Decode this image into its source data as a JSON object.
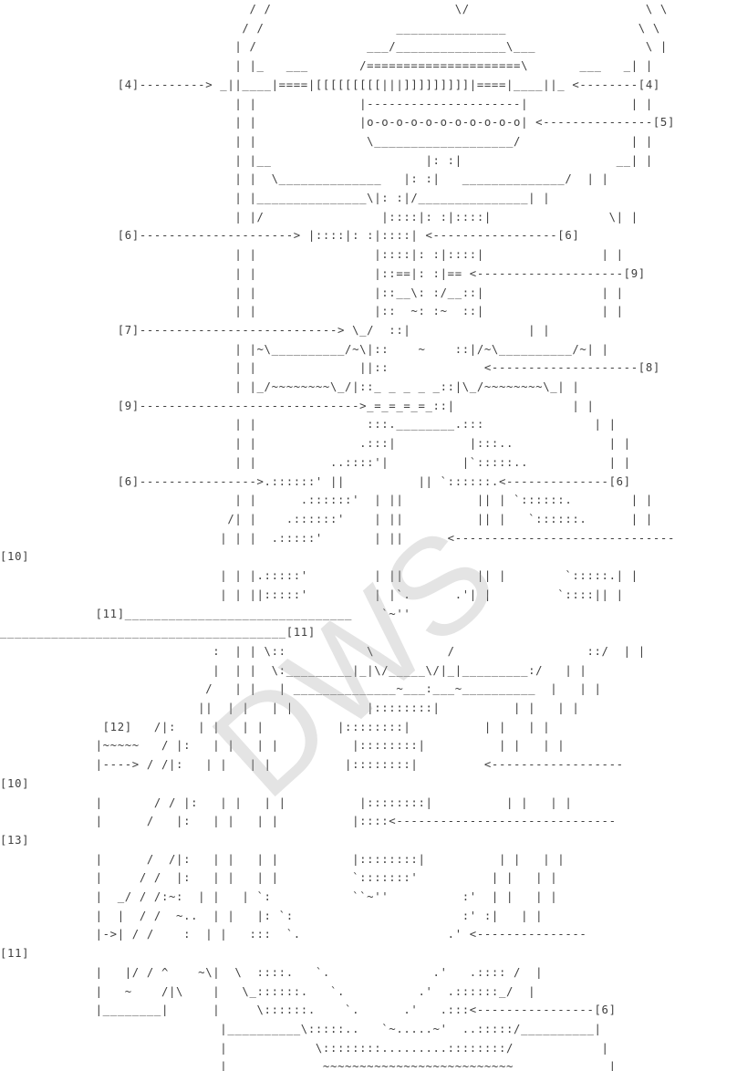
{
  "diagram": {
    "lines": [
      "                                  / /                         \\/                        \\ \\",
      "                                 / /                  _______________                  \\ \\",
      "                                | /               ___/_______________\\___               \\ |",
      "                                | |_   ___       /=====================\\       ___   _| |",
      "                [4]---------> _||____|====|[[[[[[[[[|||]]]]]]]]]|====|____||_ <--------[4]",
      "                                | |              |---------------------|              | |",
      "                                | |              |o-o-o-o-o-o-o-o-o-o-o| <---------------[5]",
      "                                | |               \\___________________/               | |",
      "                                | |__                     |: :|                     __| |",
      "                                | |  \\______________   |: :|   ______________/  | |",
      "                                | |_______________\\|: :|/_______________| |",
      "                                | |/                |::::|: :|::::|                \\| |",
      "                [6]---------------------> |::::|: :|::::| <-----------------[6]",
      "                                | |                |::::|: :|::::|                | |",
      "                                | |                |::==|: :|== <--------------------[9]",
      "                                | |                |::__\\: :/__::|                | |",
      "                                | |                |::  ~: :~  ::|                | |",
      "                [7]---------------------------> \\_/  ::|                | |",
      "                                | |~\\__________/~\\|::    ~    ::|/~\\__________/~| |",
      "                                | |              ||::             <--------------------[8]",
      "                                | |_/~~~~~~~~\\_/|::_ _ _ _ _::|\\_/~~~~~~~~\\_| |",
      "                [9]------------------------------>_=_=_=_=_::|                | |",
      "                                | |               :::.________.:::               | |",
      "                                | |              .:::|          |:::..             | |",
      "                                | |          ..::::'|          |`:::::..           | |",
      "                [6]---------------->.::::::' ||          || `::::::.<--------------[6]",
      "                                | |      .::::::'  | ||          || | `::::::.        | |",
      "                               /| |    .::::::'    | ||          || |   `::::::.      | |",
      "                              | | |  .:::::'       | ||      <------------------------------",
      "[10]",
      "                              | | |.:::::'         | ||          || |        `:::::.| |",
      "                              | | ||:::::'         | |`.      .'| |         `::::|| |",
      "             [11]_______________________________    `~''",
      "_______________________________________[11]",
      "                             :  | | \\::           \\          /                  ::/  | |",
      "                             |  | |  \\:_________|_|\\/_____\\/|_|_________:/   | |",
      "                            /   | |   | ______________~___:___~__________  |   | |",
      "                           ||  | |   | |          |::::::::|          | |   | |",
      "              [12]   /|:   | |   | |          |::::::::|          | |   | |",
      "             |~~~~~   / |:   | |   | |          |::::::::|          | |   | |",
      "             |----> / /|:   | |   | |          |::::::::|         <------------------",
      "[10]",
      "             |       / / |:   | |   | |          |::::::::|          | |   | |",
      "             |      /   |:   | |   | |          |::::<------------------------------",
      "[13]",
      "             |      /  /|:   | |   | |          |::::::::|          | |   | |",
      "             |     / /  |:   | |   | |          `:::::::'          | |   | |",
      "             |  _/ / /:~:  | |   | `:           ``~''          :'  | |   | |",
      "             |  |  / /  ~..  | |   |: `:                       :' :|   | |",
      "             |->| / /    :  | |   :::  `.                    .' <---------------",
      "[11]",
      "             |   |/ / ^    ~\\|  \\  ::::.   `.              .'   .:::: /  |",
      "             |   ~    /|\\    |   \\_::::::.   `.          .'  .::::::_/  |",
      "             |________|      |     \\::::::.    `.      .'   .:::<----------------[6]",
      "                              |__________\\:::::..   `~.....~'  ..:::::/__________|",
      "                              |            \\::::::::.........::::::::/            |",
      "                              |             ~~~~~~~~~~~~~~~~~~~~~~~~~~             |"
    ],
    "watermark": "DWS"
  }
}
